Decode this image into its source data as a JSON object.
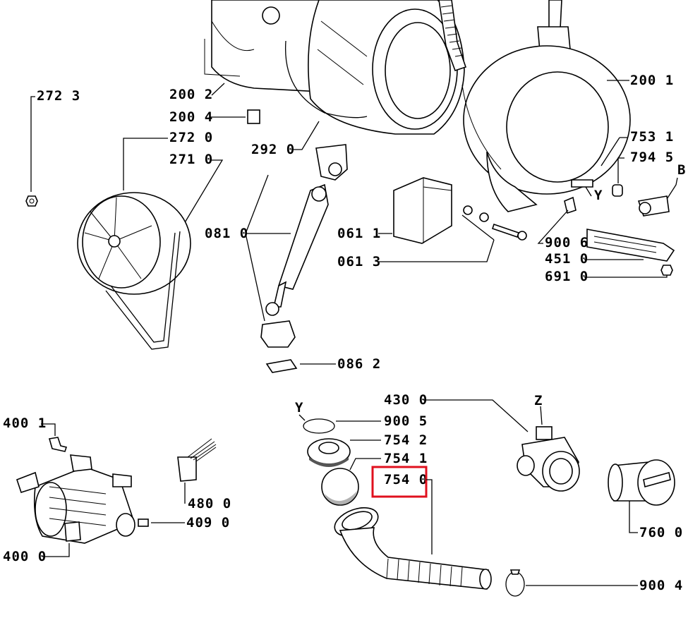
{
  "diagram": {
    "labels": {
      "p272_3": "272 3",
      "p200_2": "200 2",
      "p200_4": "200 4",
      "p272_0": "272 0",
      "p271_0": "271 0",
      "p292_0": "292 0",
      "p200_1": "200 1",
      "p753_1": "753 1",
      "p794_5": "794 5",
      "pB": "B",
      "p081_0": "081 0",
      "p061_1": "061 1",
      "p061_3": "061 3",
      "pY_top": "Y",
      "p900_6": "900 6",
      "p451_0": "451 0",
      "p691_0": "691 0",
      "p086_2": "086 2",
      "p430_0": "430 0",
      "pZ": "Z",
      "pY_bottom": "Y",
      "p900_5": "900 5",
      "p754_2": "754 2",
      "p754_1": "754 1",
      "p754_0": "754 0",
      "p400_1": "400 1",
      "p480_0": "480 0",
      "p409_0": "409 0",
      "p400_0": "400 0",
      "p760_0": "760 0",
      "p900_4": "900 4"
    },
    "highlighted_part": "754 0",
    "highlight_color": "#e0101e"
  }
}
